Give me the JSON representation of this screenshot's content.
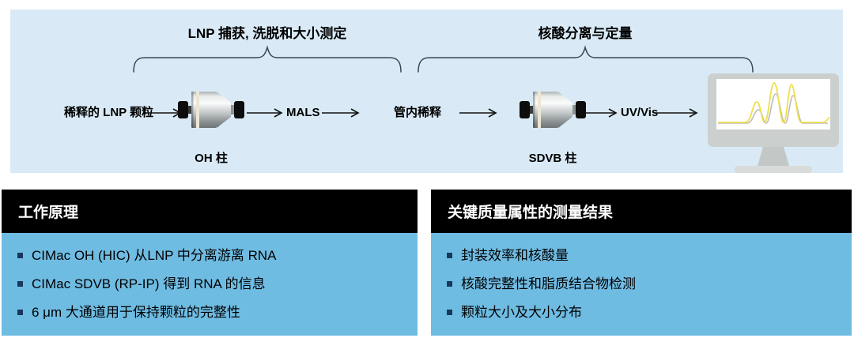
{
  "colors": {
    "banner_bg": "#D9EAF6",
    "panel_header_bg": "#000000",
    "panel_body_bg": "#6FBCE3",
    "bullet_square": "#17375D",
    "chromatogram_trace_yellow": "#EFDF4E",
    "chromatogram_trace_gray": "#BDBDBD",
    "monitor_frame": "#CBCFCE"
  },
  "banner": {
    "stages": [
      {
        "label": "LNP 捕获, 洗脱和大小测定"
      },
      {
        "label": "核酸分离与定量"
      }
    ],
    "flow": {
      "input": "稀释的 LNP 颗粒",
      "oh_column": "OH 柱",
      "mals": "MALS",
      "inline_dilution": "管内稀释",
      "sdvb_column": "SDVB 柱",
      "uv_vis": "UV/Vis"
    },
    "icons": {
      "oh_column": "hplc-column-icon",
      "sdvb_column": "hplc-column-icon",
      "monitor": "chromatogram-monitor-icon",
      "arrow": "flow-arrow-icon",
      "brace": "stage-brace"
    }
  },
  "panels": [
    {
      "title": "工作原理",
      "bullets": [
        "CIMac OH (HIC) 从LNP 中分离游离 RNA",
        "CIMac SDVB (RP-IP) 得到 RNA 的信息",
        "6 μm 大通道用于保持颗粒的完整性"
      ]
    },
    {
      "title": "关键质量属性的测量结果",
      "bullets": [
        "封装效率和核酸量",
        "核酸完整性和脂质结合物检测",
        "颗粒大小及大小分布"
      ]
    }
  ]
}
